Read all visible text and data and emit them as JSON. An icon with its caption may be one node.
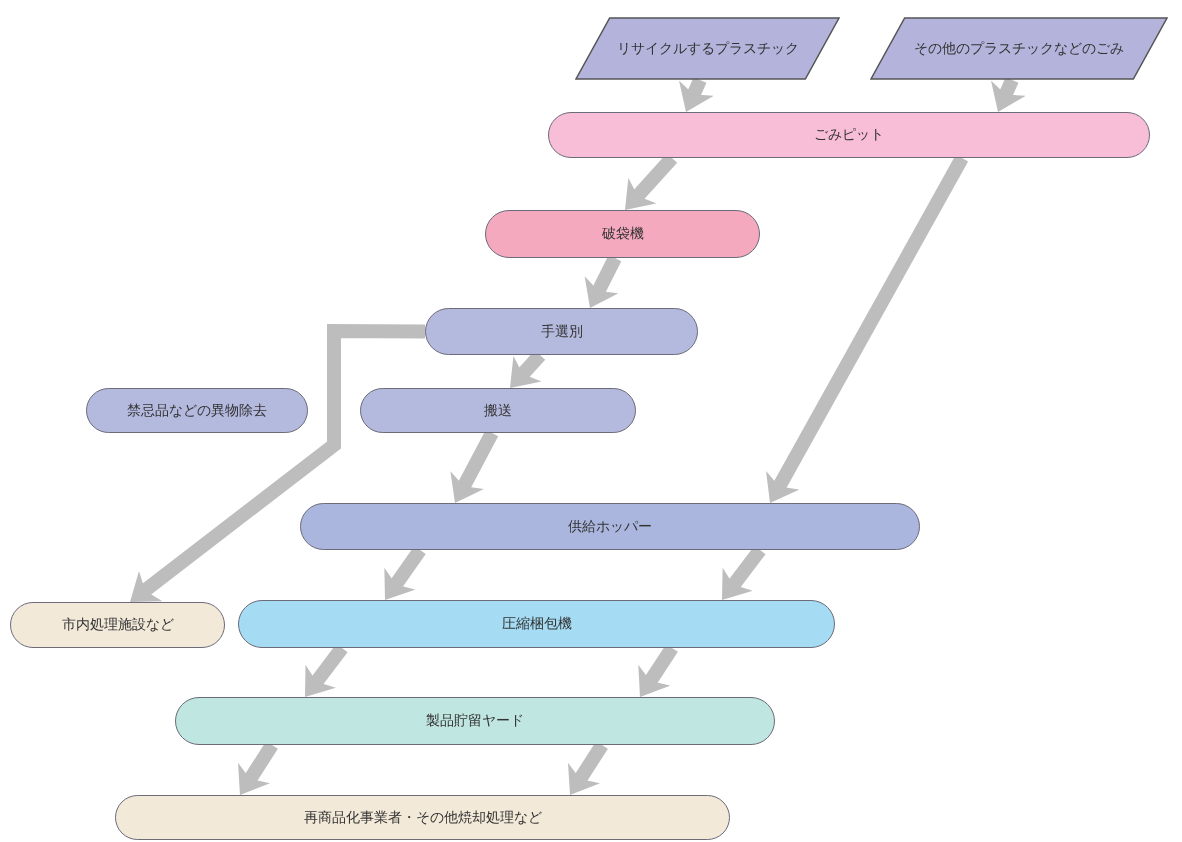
{
  "diagram": {
    "nodes": [
      {
        "text": [
          "リサイクルするプラスチック"
        ]
      },
      {
        "text": [
          "その他のプラスチックなどのごみ"
        ]
      },
      {
        "text": [
          "ごみピット"
        ]
      },
      {
        "text": [
          "破袋機"
        ]
      },
      {
        "text": [
          "手選別"
        ]
      },
      {
        "text": [
          "禁忌品などの異物除去"
        ]
      },
      {
        "text": [
          "搬送"
        ]
      },
      {
        "text": [
          "供給ホッパー"
        ]
      },
      {
        "text": [
          "市内処理施設など"
        ]
      },
      {
        "text": [
          "圧縮梱包機"
        ]
      },
      {
        "text": [
          "製品貯留ヤード"
        ]
      },
      {
        "text": [
          "再商品化事業者・その他焼却処理など"
        ]
      }
    ],
    "edges": [
      {
        "from": 0,
        "to": 2,
        "arrow": "to"
      },
      {
        "from": 1,
        "to": 2,
        "arrow": "to"
      },
      {
        "from": 2,
        "to": 3,
        "arrow": "to"
      },
      {
        "from": 2,
        "to": 7,
        "arrow": "to"
      },
      {
        "from": 3,
        "to": 4,
        "arrow": "to"
      },
      {
        "from": 4,
        "to": 6,
        "arrow": "to"
      },
      {
        "from": 4,
        "to": 8,
        "arrow": "to"
      },
      {
        "from": 6,
        "to": 7,
        "arrow": "to"
      },
      {
        "from": 7,
        "to": 9,
        "arrow": "to"
      },
      {
        "from": 7,
        "to": 9,
        "arrow": "to"
      },
      {
        "from": 9,
        "to": 10,
        "arrow": "to"
      },
      {
        "from": 9,
        "to": 10,
        "arrow": "to"
      },
      {
        "from": 10,
        "to": 11,
        "arrow": "to"
      },
      {
        "from": 10,
        "to": 11,
        "arrow": "to"
      }
    ]
  }
}
